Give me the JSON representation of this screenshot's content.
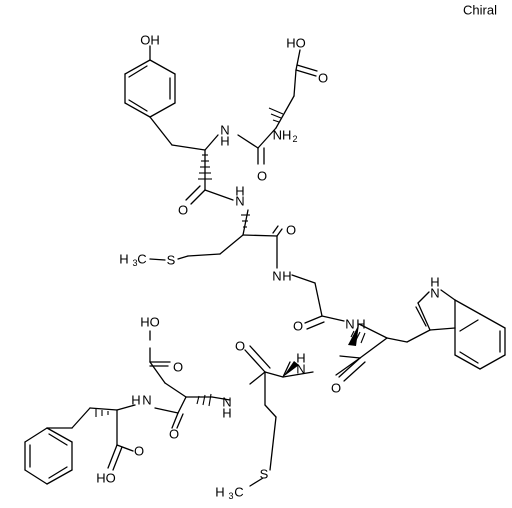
{
  "chirality_label": "Chiral",
  "atom_labels": {
    "oh": "OH",
    "ho": "HO",
    "o": "O",
    "n": "N",
    "h": "H",
    "s": "S",
    "c": "C",
    "nh2_n": "NH",
    "nh2_sub": "2",
    "h3c_h": "H",
    "h3c_sub": "3",
    "h3c_c": "C"
  }
}
